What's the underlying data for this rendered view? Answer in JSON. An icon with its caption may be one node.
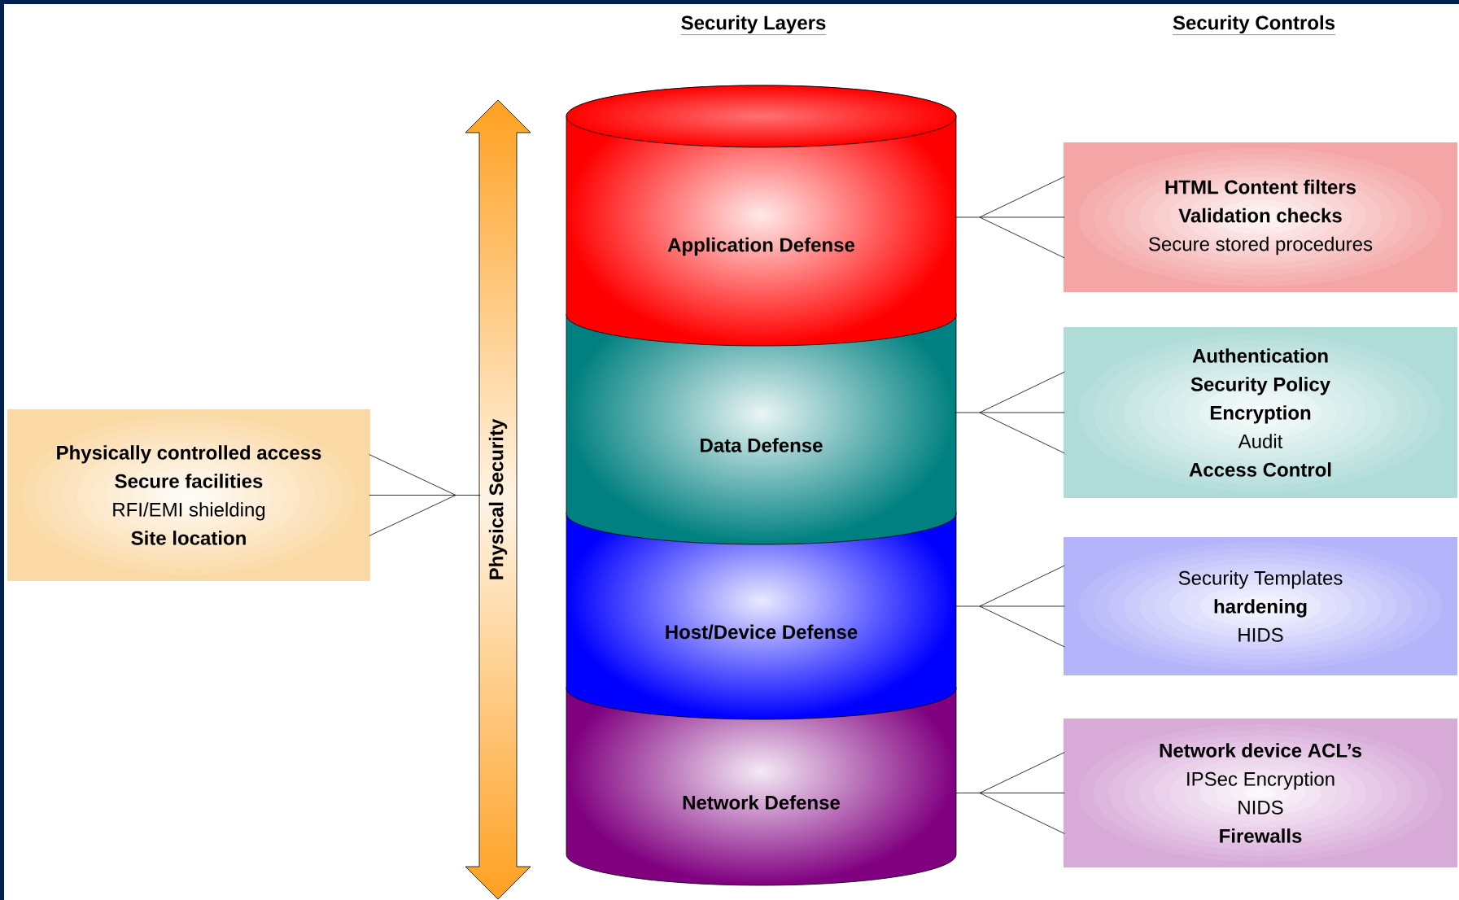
{
  "diagram": {
    "nodes": [
      {
        "text": [
          "**Physically controlled access**",
          "**Secure facilities**",
          "RFI/EMI shielding",
          "**Site location**"
        ]
      },
      {
        "text": [
          "Physical Security"
        ]
      },
      {
        "text": [
          "Application Defense"
        ]
      },
      {
        "text": [
          "Data Defense"
        ]
      },
      {
        "text": [
          "Host/Device Defense"
        ]
      },
      {
        "text": [
          "Network Defense"
        ]
      },
      {
        "text": [
          "**HTML Content filters**",
          "**Validation checks**",
          "Secure stored procedures"
        ]
      },
      {
        "text": [
          "**Authentication**",
          "**Security Policy**",
          "**Encryption**",
          "Audit",
          "**Access Control**"
        ]
      },
      {
        "text": [
          "Security Templates",
          "**hardening**",
          "HIDS"
        ]
      },
      {
        "text": [
          "**Network device ACL’s**",
          "IPSec Encryption",
          "NIDS",
          "**Firewalls**"
        ]
      }
    ],
    "edges": [
      {
        "from": 0,
        "to": 1,
        "arrow": "none"
      },
      {
        "from": 2,
        "to": 6,
        "arrow": "none"
      },
      {
        "from": 3,
        "to": 7,
        "arrow": "none"
      },
      {
        "from": 4,
        "to": 8,
        "arrow": "none"
      },
      {
        "from": 5,
        "to": 9,
        "arrow": "none"
      }
    ],
    "labels": [
      "Security Layers",
      "Security Controls"
    ]
  }
}
